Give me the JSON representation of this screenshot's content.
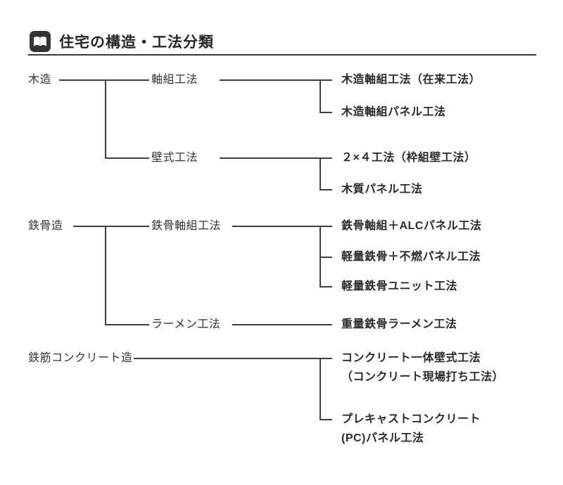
{
  "header": {
    "title": "住宅の構造・工法分類",
    "icon": "book-icon"
  },
  "colors": {
    "line": "#3f3f3f",
    "text": "#333333",
    "icon_background": "#333333"
  },
  "tree": {
    "level1": [
      {
        "label": "木造"
      },
      {
        "label": "鉄骨造"
      },
      {
        "label": "鉄筋コンクリート造"
      }
    ],
    "level2": [
      {
        "label": "軸組工法"
      },
      {
        "label": "壁式工法"
      },
      {
        "label": "鉄骨軸組工法"
      },
      {
        "label": "ラーメン工法"
      }
    ],
    "leaves": [
      {
        "label": "木造軸組工法（在来工法）"
      },
      {
        "label": "木造軸組パネル工法"
      },
      {
        "label": "２×４工法（枠組壁工法）"
      },
      {
        "label": "木質パネル工法"
      },
      {
        "label": "鉄骨軸組＋ALCパネル工法"
      },
      {
        "label": "軽量鉄骨＋不燃パネル工法"
      },
      {
        "label": "軽量鉄骨ユニット工法"
      },
      {
        "label": "重量鉄骨ラーメン工法"
      },
      {
        "label": "コンクリート一体壁式工法",
        "label2": "（コンクリート現場打ち工法）"
      },
      {
        "label": "プレキャストコンクリート",
        "label2": "(PC)パネル工法"
      }
    ]
  }
}
